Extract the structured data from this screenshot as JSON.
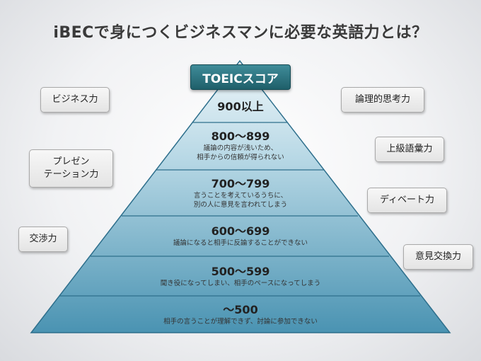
{
  "title": "iBECで身につくビジネスマンに必要な英語力とは？",
  "badge": "TOEICスコア",
  "tiers": [
    {
      "level": "900以上",
      "desc1": "",
      "desc2": ""
    },
    {
      "level": "800〜899",
      "desc1": "議論の内容が浅いため、",
      "desc2": "相手からの信頼が得られない"
    },
    {
      "level": "700〜799",
      "desc1": "言うことを考えているうちに、",
      "desc2": "別の人に意見を言われてしまう"
    },
    {
      "level": "600〜699",
      "desc1": "議論になると相手に反論することができない",
      "desc2": ""
    },
    {
      "level": "500〜599",
      "desc1": "聞き役になってしまい、相手のペースになってしまう",
      "desc2": ""
    },
    {
      "level": "〜500",
      "desc1": "相手の言うことが理解できず、討論に参加できない",
      "desc2": ""
    }
  ],
  "skills_left": [
    {
      "line1": "ビジネス力",
      "line2": ""
    },
    {
      "line1": "プレゼン",
      "line2": "テーション力"
    },
    {
      "line1": "交渉力",
      "line2": ""
    }
  ],
  "skills_right": [
    {
      "line1": "論理的思考力"
    },
    {
      "line1": "上級語彙力"
    },
    {
      "line1": "ディベート力"
    },
    {
      "line1": "意見交換力"
    }
  ],
  "colors": {
    "pyramid_top": "#e9f3f7",
    "pyramid_bottom": "#4f97b6",
    "badge": "#2b6f7a",
    "divider": "#2e6f8c"
  }
}
